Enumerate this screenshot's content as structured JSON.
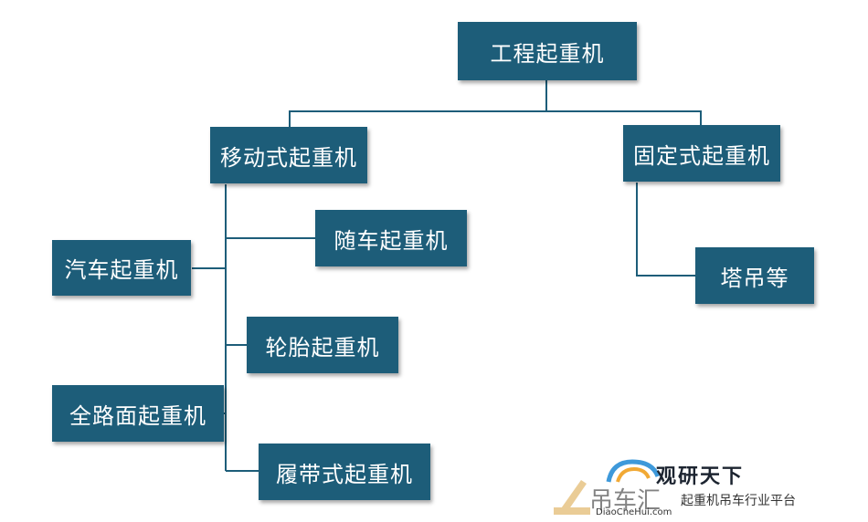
{
  "diagram": {
    "nodes": {
      "root": "工程起重机",
      "mobile": "移动式起重机",
      "fixed": "固定式起重机",
      "truck_mounted": "随车起重机",
      "truck": "汽车起重机",
      "tire": "轮胎起重机",
      "all_terrain": "全路面起重机",
      "crawler": "履带式起重机",
      "tower": "塔吊等"
    },
    "edges": [
      [
        "root",
        "mobile"
      ],
      [
        "root",
        "fixed"
      ],
      [
        "mobile",
        "truck_mounted"
      ],
      [
        "mobile",
        "truck"
      ],
      [
        "mobile",
        "tire"
      ],
      [
        "mobile",
        "all_terrain"
      ],
      [
        "mobile",
        "crawler"
      ],
      [
        "fixed",
        "tower"
      ]
    ],
    "colors": {
      "node_fill": "#1d5d79",
      "node_text": "#ffffff",
      "line": "#1d5d79"
    }
  },
  "watermark": {
    "logo_text": "观研天下",
    "slogan": "起重机吊车行业平台",
    "brand": "吊车汇",
    "url": "DiaoCheHui.com"
  }
}
